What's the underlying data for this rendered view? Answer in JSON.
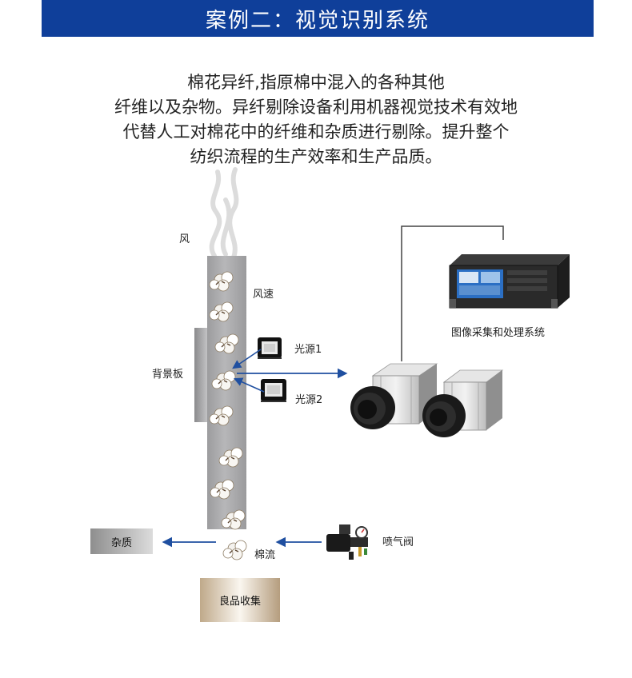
{
  "header": {
    "title": "案例二：视觉识别系统"
  },
  "intro": {
    "lines": [
      "棉花异纤,指原棉中混入的各种其他",
      "纤维以及杂物。异纤剔除设备利用机器视觉技术有效地",
      "代替人工对棉花中的纤维和杂质进行剔除。提升整个",
      "纺织流程的生产效率和生产品质。"
    ]
  },
  "diagram": {
    "wind_label": "风",
    "wind_speed_label": "风速",
    "background_board_label": "背景板",
    "light1_label": "光源1",
    "light2_label": "光源2",
    "processing_system_label": "图像采集和处理系统",
    "air_valve_label": "喷气阀",
    "impurity_label": "杂质",
    "cotton_flow_label": "棉流",
    "good_collection_label": "良品收集"
  },
  "colors": {
    "header_bg": "#0f3f9a",
    "arrow": "#1f4fa0",
    "tube": "#a9a9ab"
  }
}
